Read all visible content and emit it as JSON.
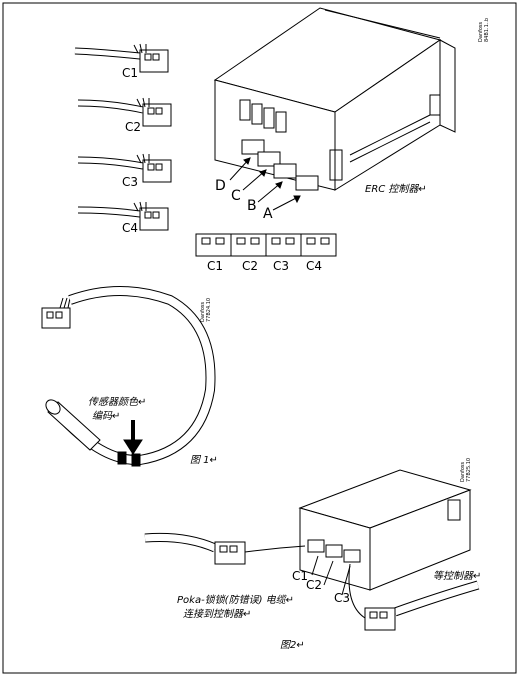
{
  "figure_top": {
    "cable_labels": [
      "C1",
      "C2",
      "C3",
      "C4"
    ],
    "slot_letters": [
      "D",
      "C",
      "B",
      "A"
    ],
    "controller_label": "ERC 控制器↵",
    "connector_block_labels": [
      "C1",
      "C2",
      "C3",
      "C4"
    ],
    "code": [
      "Danfoss",
      "84B1.1..b"
    ]
  },
  "figure_1": {
    "sensor_caption_line1": "传感器颜色↵",
    "sensor_caption_line2": "编码↵",
    "caption": "图 1↵",
    "code": [
      "Danfoss",
      "77B24.10"
    ]
  },
  "figure_2": {
    "connector_labels": [
      "C1",
      "C2",
      "C3"
    ],
    "cable_caption_line1": "Poka-锁锁(防错误) 电缆↵",
    "cable_caption_line2": "连接到控制器↵",
    "controller_label": "等控制器↵",
    "caption": "图2↵",
    "code": [
      "Danfoss",
      "77B25.10"
    ]
  }
}
